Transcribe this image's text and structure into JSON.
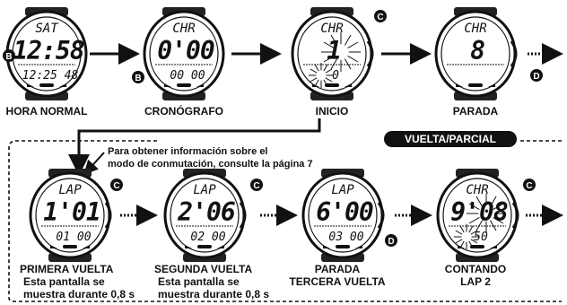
{
  "watches_top": [
    {
      "top_label": "SAT",
      "main_digits": "12:58",
      "sub_digits": "12:25 48"
    },
    {
      "top_label": "CHR",
      "main_digits": "0'00",
      "sub_digits": "00 00"
    },
    {
      "top_label": "CHR",
      "main_digits": "1",
      "sub_digits": "0"
    },
    {
      "top_label": "CHR",
      "main_digits": "8",
      "sub_digits": ""
    }
  ],
  "watches_bottom": [
    {
      "top_label": "LAP",
      "main_digits": "1'01",
      "sub_digits": "01 00"
    },
    {
      "top_label": "LAP",
      "main_digits": "2'06",
      "sub_digits": "02 00"
    },
    {
      "top_label": "LAP",
      "main_digits": "6'00",
      "sub_digits": "03 00"
    },
    {
      "top_label": "CHR",
      "main_digits": "9'08",
      "sub_digits": "50"
    }
  ],
  "buttons": [
    "B",
    "C",
    "D"
  ],
  "captions_top": [
    "HORA NORMAL",
    "CRONÓGRAFO",
    "INICIO",
    "PARADA"
  ],
  "captions_bottom": [
    {
      "line1": "PRIMERA VUELTA",
      "line2": "Esta pantalla se",
      "line3": "muestra durante 0,8 s"
    },
    {
      "line1": "SEGUNDA VUELTA",
      "line2": "Esta pantalla se",
      "line3": "muestra durante 0,8 s"
    },
    {
      "line1": "PARADA",
      "line2": "TERCERA VUELTA"
    },
    {
      "line1": "CONTANDO",
      "line2": "LAP 2"
    }
  ],
  "note": {
    "line1": "Para obtener información sobre el",
    "line2": "modo de conmutación, consulte la página 7"
  },
  "section_label": "VUELTA/PARCIAL",
  "colors": {
    "ink": "#111111",
    "paper": "#ffffff"
  }
}
